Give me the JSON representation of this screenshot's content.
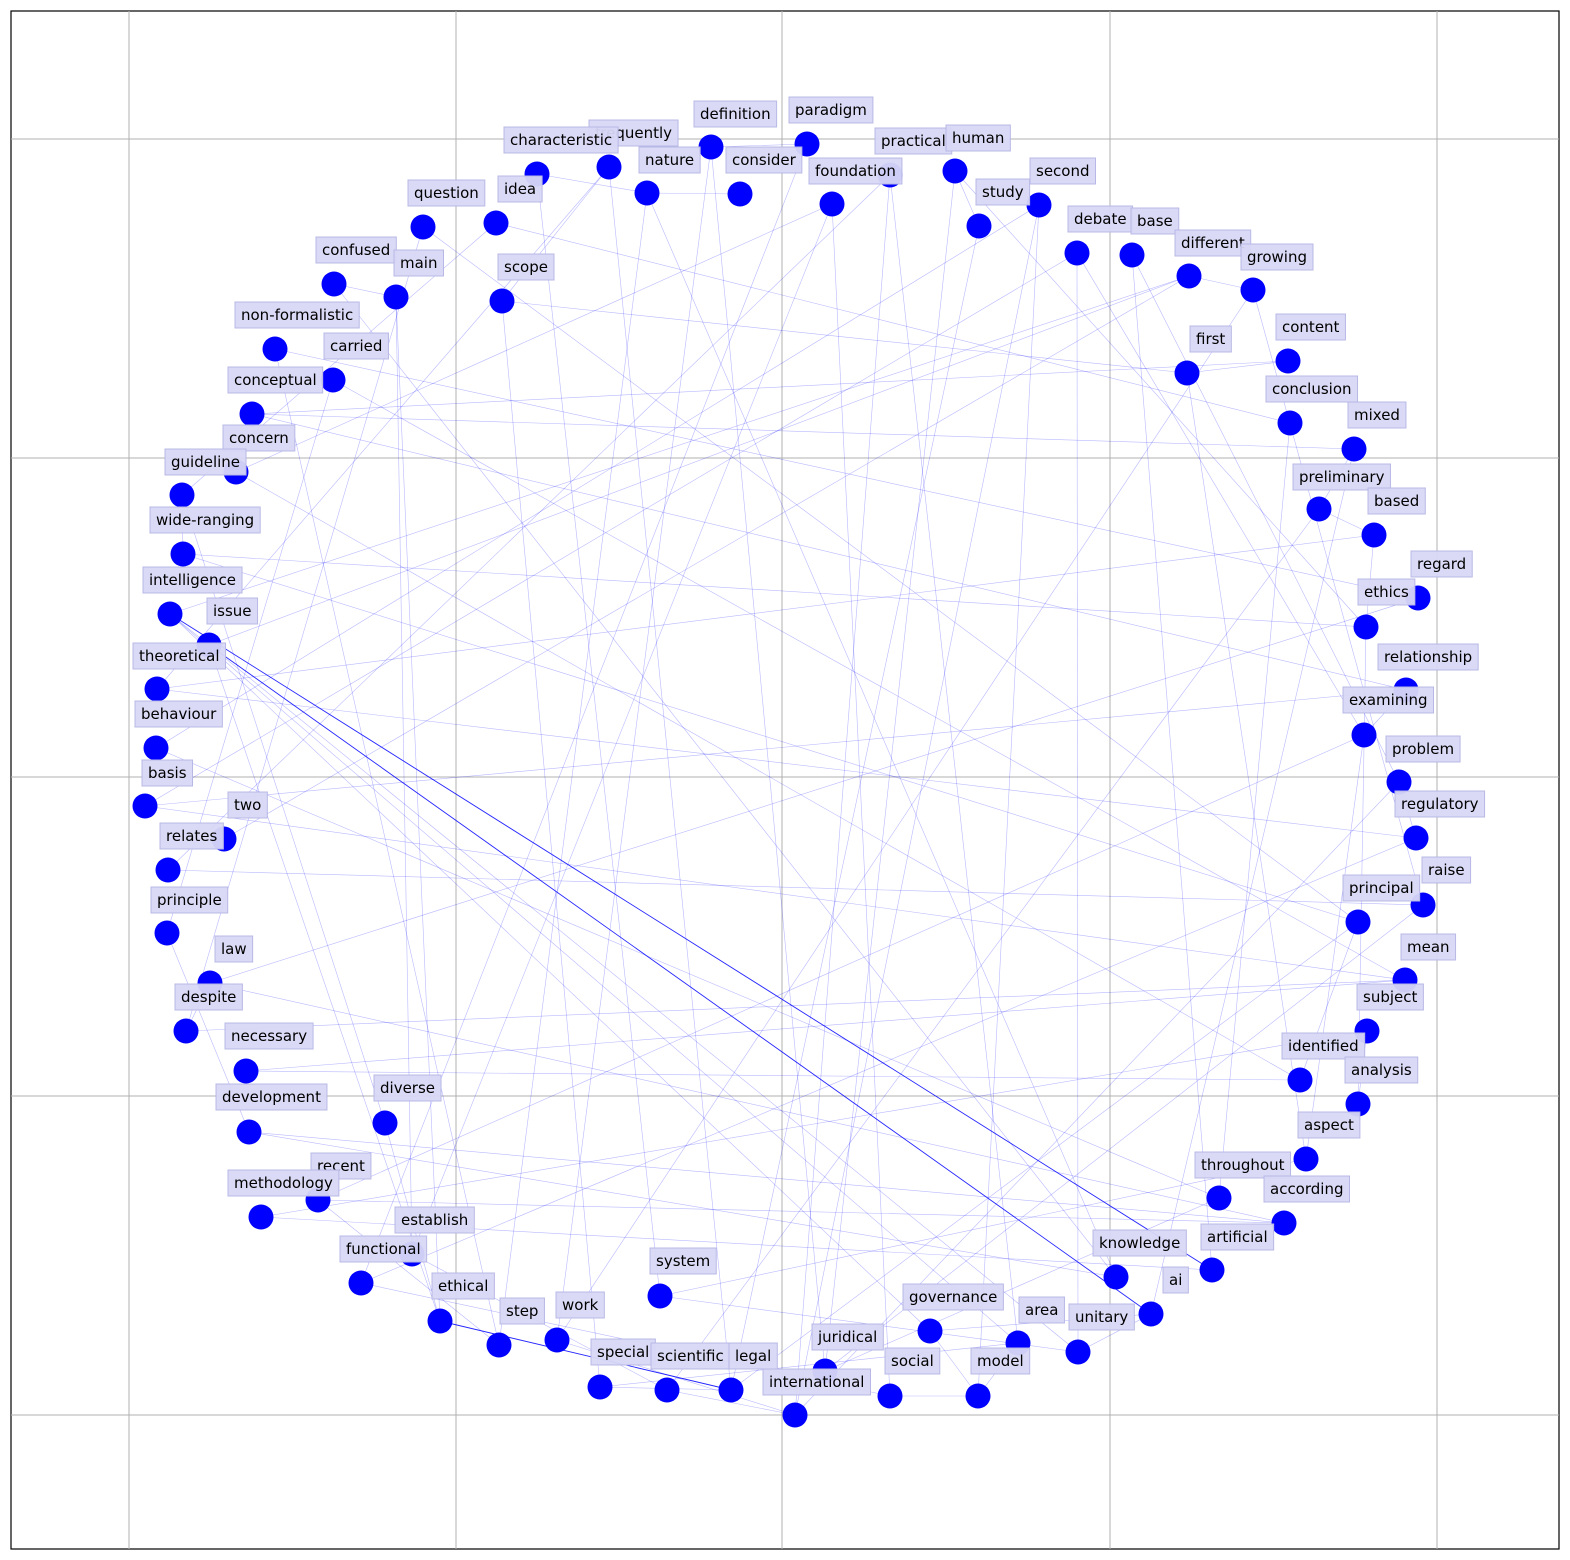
{
  "colors": {
    "node": "#0000ff",
    "edge": "#0000ff",
    "label_background": "#d8d8f6",
    "grid": "#b0b0b0"
  },
  "chart_data": {
    "type": "network",
    "layout": "circular",
    "grid": true,
    "nodes": [
      "paradigm",
      "definition",
      "practical",
      "human",
      "consider",
      "frequently",
      "foundation",
      "nature",
      "characteristic",
      "second",
      "study",
      "idea",
      "question",
      "debate",
      "base",
      "different",
      "growing",
      "confused",
      "main",
      "scope",
      "non-formalistic",
      "carried",
      "content",
      "first",
      "conclusion",
      "conceptual",
      "mixed",
      "concern",
      "guideline",
      "preliminary",
      "based",
      "wide-ranging",
      "regard",
      "ethics",
      "intelligence",
      "issue",
      "relationship",
      "theoretical",
      "examining",
      "behaviour",
      "problem",
      "basis",
      "regulatory",
      "two",
      "relates",
      "raise",
      "principal",
      "principle",
      "mean",
      "law",
      "subject",
      "despite",
      "identified",
      "necessary",
      "analysis",
      "diverse",
      "aspect",
      "development",
      "throughout",
      "according",
      "recent",
      "methodology",
      "artificial",
      "establish",
      "knowledge",
      "functional",
      "ai",
      "unitary",
      "system",
      "governance",
      "area",
      "ethical",
      "step",
      "work",
      "juridical",
      "special",
      "scientific",
      "legal",
      "social",
      "model",
      "international"
    ],
    "edges": [
      [
        "intelligence",
        "artificial"
      ],
      [
        "issue",
        "ai"
      ],
      [
        "intelligence",
        "issue"
      ],
      [
        "ethical",
        "legal"
      ],
      [
        "ethical",
        "diverse"
      ],
      [
        "main",
        "establish"
      ],
      [
        "main",
        "ethical"
      ],
      [
        "issue",
        "ethical"
      ],
      [
        "intelligence",
        "governance"
      ],
      [
        "issue",
        "unitary"
      ],
      [
        "paradigm",
        "definition"
      ],
      [
        "characteristic",
        "nature"
      ],
      [
        "nature",
        "consider"
      ],
      [
        "nature",
        "knowledge"
      ],
      [
        "definition",
        "juridical"
      ],
      [
        "definition",
        "work"
      ],
      [
        "frequently",
        "theoretical"
      ],
      [
        "frequently",
        "scope"
      ],
      [
        "practical",
        "area"
      ],
      [
        "practical",
        "relates"
      ],
      [
        "human",
        "study"
      ],
      [
        "human",
        "ethics"
      ],
      [
        "foundation",
        "social"
      ],
      [
        "foundation",
        "concern"
      ],
      [
        "second",
        "model"
      ],
      [
        "second",
        "behaviour"
      ],
      [
        "study",
        "legal"
      ],
      [
        "idea",
        "conclusion"
      ],
      [
        "idea",
        "guideline"
      ],
      [
        "question",
        "despite"
      ],
      [
        "question",
        "principal"
      ],
      [
        "debate",
        "examining"
      ],
      [
        "debate",
        "unitary"
      ],
      [
        "debate",
        "basis"
      ],
      [
        "base",
        "artificial"
      ],
      [
        "base",
        "problem"
      ],
      [
        "different",
        "growing"
      ],
      [
        "different",
        "two"
      ],
      [
        "different",
        "intelligence"
      ],
      [
        "growing",
        "raise"
      ],
      [
        "confused",
        "knowledge"
      ],
      [
        "confused",
        "main"
      ],
      [
        "scope",
        "first"
      ],
      [
        "scope",
        "special"
      ],
      [
        "non-formalistic",
        "step"
      ],
      [
        "non-formalistic",
        "regard"
      ],
      [
        "carried",
        "principle"
      ],
      [
        "carried",
        "mean"
      ],
      [
        "content",
        "first"
      ],
      [
        "content",
        "conceptual"
      ],
      [
        "first",
        "aspect"
      ],
      [
        "conclusion",
        "throughout"
      ],
      [
        "conceptual",
        "relationship"
      ],
      [
        "conceptual",
        "mixed"
      ],
      [
        "mixed",
        "preliminary"
      ],
      [
        "mixed",
        "ai"
      ],
      [
        "concern",
        "identified"
      ],
      [
        "guideline",
        "wide-ranging"
      ],
      [
        "guideline",
        "diverse"
      ],
      [
        "preliminary",
        "scientific"
      ],
      [
        "preliminary",
        "based"
      ],
      [
        "based",
        "theoretical"
      ],
      [
        "based",
        "ethics"
      ],
      [
        "wide-ranging",
        "ethics"
      ],
      [
        "wide-ranging",
        "principal"
      ],
      [
        "regard",
        "law"
      ],
      [
        "ethics",
        "analysis"
      ],
      [
        "relationship",
        "basis"
      ],
      [
        "relationship",
        "examining"
      ],
      [
        "theoretical",
        "regulatory"
      ],
      [
        "examining",
        "recent"
      ],
      [
        "examining",
        "aspect"
      ],
      [
        "behaviour",
        "throughout"
      ],
      [
        "problem",
        "international"
      ],
      [
        "problem",
        "regulatory"
      ],
      [
        "basis",
        "mean"
      ],
      [
        "regulatory",
        "functional"
      ],
      [
        "raise",
        "relates"
      ],
      [
        "raise",
        "juridical"
      ],
      [
        "principal",
        "identified"
      ],
      [
        "principal",
        "legal"
      ],
      [
        "principle",
        "development"
      ],
      [
        "mean",
        "necessary"
      ],
      [
        "mean",
        "despite"
      ],
      [
        "law",
        "despite"
      ],
      [
        "law",
        "according"
      ],
      [
        "subject",
        "analysis"
      ],
      [
        "subject",
        "methodology"
      ],
      [
        "identified",
        "necessary"
      ],
      [
        "development",
        "knowledge"
      ],
      [
        "development",
        "according"
      ],
      [
        "aspect",
        "system"
      ],
      [
        "throughout",
        "juridical"
      ],
      [
        "according",
        "recent"
      ],
      [
        "recent",
        "step"
      ],
      [
        "methodology",
        "artificial"
      ],
      [
        "establish",
        "scientific"
      ],
      [
        "establish",
        "foundation"
      ],
      [
        "functional",
        "paradigm"
      ],
      [
        "functional",
        "social"
      ],
      [
        "ai",
        "governance"
      ],
      [
        "ai",
        "unitary"
      ],
      [
        "system",
        "unitary"
      ],
      [
        "system",
        "characteristic"
      ],
      [
        "governance",
        "model"
      ],
      [
        "area",
        "model"
      ],
      [
        "area",
        "special"
      ],
      [
        "area",
        "intelligence"
      ],
      [
        "work",
        "international"
      ],
      [
        "work",
        "growing"
      ],
      [
        "juridical",
        "human"
      ],
      [
        "special",
        "legal"
      ],
      [
        "scientific",
        "international"
      ],
      [
        "legal",
        "frequently"
      ],
      [
        "social",
        "model"
      ],
      [
        "international",
        "practical"
      ],
      [
        "international",
        "second"
      ],
      [
        "step",
        "nature"
      ],
      [
        "issue",
        "different"
      ]
    ]
  }
}
